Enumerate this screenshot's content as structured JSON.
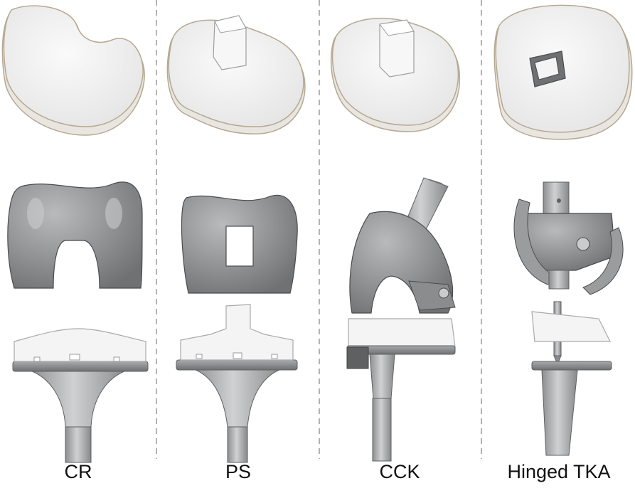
{
  "figure": {
    "columns": [
      {
        "label": "CR"
      },
      {
        "label": "PS"
      },
      {
        "label": "CCK"
      },
      {
        "label": "Hinged TKA"
      }
    ]
  },
  "colors": {
    "insert": "#f2f2f2",
    "insert_outline": "#b6a892",
    "metal_dark": "#7a7c7e",
    "metal_mid": "#9a9c9e",
    "metal_light": "#c7c9cb",
    "divider": "#9a9a9a"
  }
}
